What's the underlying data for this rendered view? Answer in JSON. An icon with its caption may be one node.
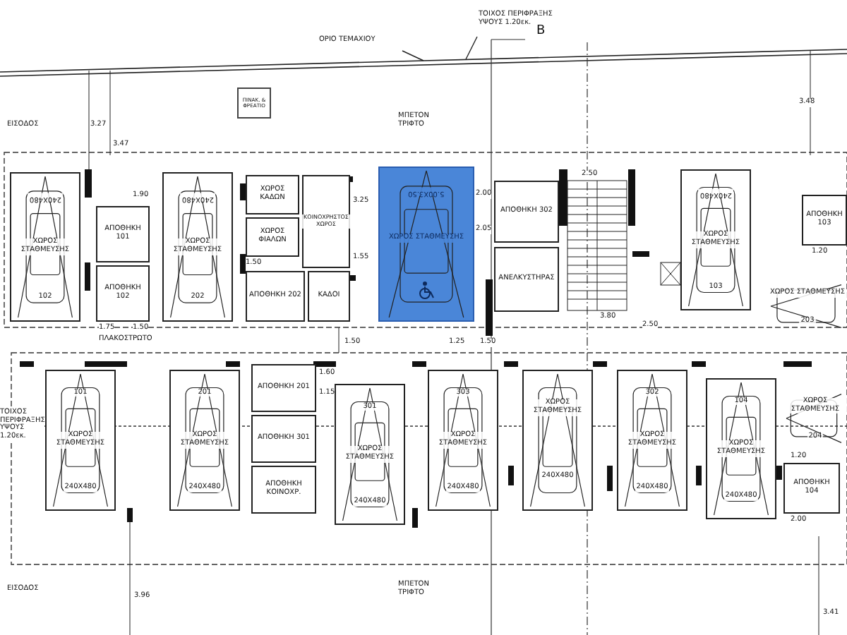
{
  "diagram": {
    "nodes": [
      {
        "text": [
          "ΟΡΙΟ ΤΕΜΑΧΙΟΥ"
        ]
      },
      {
        "text": [
          "ΤΟΙΧΟΣ ΠΕΡΙΦΡΑΞΗΣ ΥΨΟΥΣ 1.20εκ."
        ]
      },
      {
        "text": [
          "ΠΙΝΑΚ. & ΦΡΕΑΤΙΟ"
        ]
      },
      {
        "text": [
          "240X480",
          "ΧΩΡΟΣ ΣΤΑΘΜΕΥΣΗΣ",
          "102"
        ]
      },
      {
        "text": [
          "ΑΠΟΘΗΚΗ 101"
        ]
      },
      {
        "text": [
          "ΑΠΟΘΗΚΗ 102"
        ]
      },
      {
        "text": [
          "240X480",
          "ΧΩΡΟΣ ΣΤΑΘΜΕΥΣΗΣ",
          "202"
        ]
      },
      {
        "text": [
          "ΧΩΡΟΣ ΚΑΔΩΝ"
        ]
      },
      {
        "text": [
          "ΧΩΡΟΣ ΦΙΑΛΩΝ"
        ]
      },
      {
        "text": [
          "ΚΟΙΝΟΧΡΗΣΤΟΣ ΧΩΡΟΣ"
        ]
      },
      {
        "text": [
          "ΑΠΟΘΗΚΗ 202"
        ]
      },
      {
        "text": [
          "ΚΑΔΟΙ"
        ]
      },
      {
        "text": [
          "5.00X3.50",
          "ΧΩΡΟΣ ΣΤΑΘΜΕΥΣΗΣ"
        ]
      },
      {
        "text": [
          "ΑΠΟΘΗΚΗ 302"
        ]
      },
      {
        "text": [
          "ΑΝΕΛΚΥΣΤΗΡΑΣ"
        ]
      },
      {
        "text": [
          "240X480",
          "ΧΩΡΟΣ ΣΤΑΘΜΕΥΣΗΣ",
          "103"
        ]
      },
      {
        "text": [
          "ΑΠΟΘΗΚΗ 103"
        ]
      },
      {
        "text": [
          "ΧΩΡΟΣ ΣΤΑΘΜΕΥΣΗΣ",
          "203"
        ]
      },
      {
        "text": [
          "101",
          "ΧΩΡΟΣ ΣΤΑΘΜΕΥΣΗΣ",
          "240X480"
        ]
      },
      {
        "text": [
          "201",
          "ΧΩΡΟΣ ΣΤΑΘΜΕΥΣΗΣ",
          "240X480"
        ]
      },
      {
        "text": [
          "ΑΠΟΘΗΚΗ 201"
        ]
      },
      {
        "text": [
          "ΑΠΟΘΗΚΗ 301"
        ]
      },
      {
        "text": [
          "ΑΠΟΘΗΚΗ ΚΟΙΝΟΧΡ."
        ]
      },
      {
        "text": [
          "301",
          "ΧΩΡΟΣ ΣΤΑΘΜΕΥΣΗΣ",
          "240X480"
        ]
      },
      {
        "text": [
          "303",
          "ΧΩΡΟΣ ΣΤΑΘΜΕΥΣΗΣ",
          "240X480"
        ]
      },
      {
        "text": [
          "ΧΩΡΟΣ ΣΤΑΘΜΕΥΣΗΣ",
          "240X480"
        ]
      },
      {
        "text": [
          "302",
          "ΧΩΡΟΣ ΣΤΑΘΜΕΥΣΗΣ",
          "240X480"
        ]
      },
      {
        "text": [
          "104",
          "ΧΩΡΟΣ ΣΤΑΘΜΕΥΣΗΣ",
          "240X480"
        ]
      },
      {
        "text": [
          "ΧΩΡΟΣ ΣΤΑΘΜΕΥΣΗΣ",
          "204"
        ]
      },
      {
        "text": [
          "ΑΠΟΘΗΚΗ 104"
        ]
      }
    ],
    "edges": [
      {
        "from": 0,
        "to": null,
        "arrow": "none"
      },
      {
        "from": 1,
        "to": null,
        "arrow": "none"
      }
    ],
    "labels": [
      "B",
      "3.27",
      "3.47",
      "ΕΙΣΟΔΟΣ",
      "ΜΠΕΤΟΝ ΤΡΙΦΤΟ",
      "3.48",
      "1.90",
      "1.75",
      "1.50",
      "3.25",
      "1.55",
      "1.50",
      "2.00",
      "2.05",
      "2.50",
      "3.80",
      "2.50",
      "1.25",
      "1.50",
      "1.20",
      "ΠΛΑΚΟΣΤΡΩΤΟ",
      "1.50",
      "ΤΟΙΧΟΣ ΠΕΡΙΦΡΑΞΗΣ ΥΨΟΥΣ 1.20εκ.",
      "1.60",
      "1.15",
      "1.20",
      "2.00",
      "ΕΙΣΟΔΟΣ",
      "3.96",
      "ΜΠΕΤΟΝ ΤΡΙΦΤΟ",
      "3.41"
    ]
  }
}
